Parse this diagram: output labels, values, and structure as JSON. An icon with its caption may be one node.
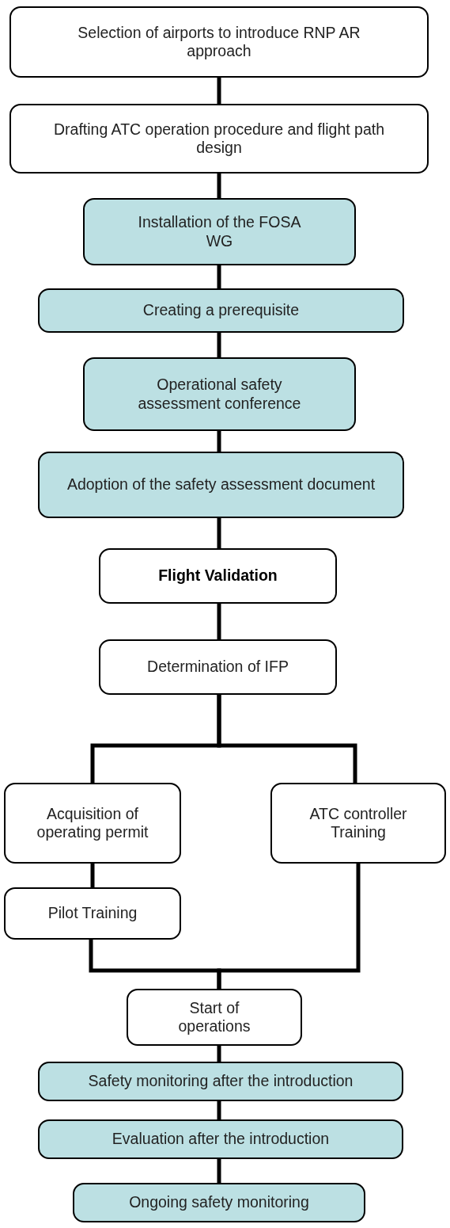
{
  "diagram": {
    "nodes": [
      {
        "text": [
          "Selection of airports to introduce RNP AR approach"
        ]
      },
      {
        "text": [
          "Drafting  ATC operation procedure and flight path design"
        ]
      },
      {
        "text": [
          "Installation of the FOSA  WG"
        ]
      },
      {
        "text": [
          "Creating a prerequisite"
        ]
      },
      {
        "text": [
          "Operational safety assessment conference"
        ]
      },
      {
        "text": [
          "Adoption of the safety assessment document"
        ]
      },
      {
        "text": [
          "Flight Validation"
        ]
      },
      {
        "text": [
          "Determination of IFP"
        ]
      },
      {
        "text": [
          "Acquisition of operating permit"
        ]
      },
      {
        "text": [
          "ATC controller Training"
        ]
      },
      {
        "text": [
          "Pilot Training"
        ]
      },
      {
        "text": [
          "Start of operations"
        ]
      },
      {
        "text": [
          "Safety monitoring after the introduction"
        ]
      },
      {
        "text": [
          "Evaluation after the introduction"
        ]
      },
      {
        "text": [
          "Ongoing safety monitoring"
        ]
      }
    ],
    "edges": [
      {
        "from": 0,
        "to": 1,
        "arrow": "none"
      },
      {
        "from": 1,
        "to": 2,
        "arrow": "none"
      },
      {
        "from": 2,
        "to": 3,
        "arrow": "none"
      },
      {
        "from": 3,
        "to": 4,
        "arrow": "none"
      },
      {
        "from": 4,
        "to": 5,
        "arrow": "none"
      },
      {
        "from": 5,
        "to": 6,
        "arrow": "none"
      },
      {
        "from": 6,
        "to": 7,
        "arrow": "none"
      },
      {
        "from": 7,
        "to": 8,
        "arrow": "none"
      },
      {
        "from": 7,
        "to": 9,
        "arrow": "none"
      },
      {
        "from": 8,
        "to": 10,
        "arrow": "none"
      },
      {
        "from": 10,
        "to": 11,
        "arrow": "none"
      },
      {
        "from": 9,
        "to": 11,
        "arrow": "none"
      },
      {
        "from": 11,
        "to": 12,
        "arrow": "none"
      },
      {
        "from": 12,
        "to": 13,
        "arrow": "none"
      },
      {
        "from": 13,
        "to": 14,
        "arrow": "none"
      }
    ]
  }
}
